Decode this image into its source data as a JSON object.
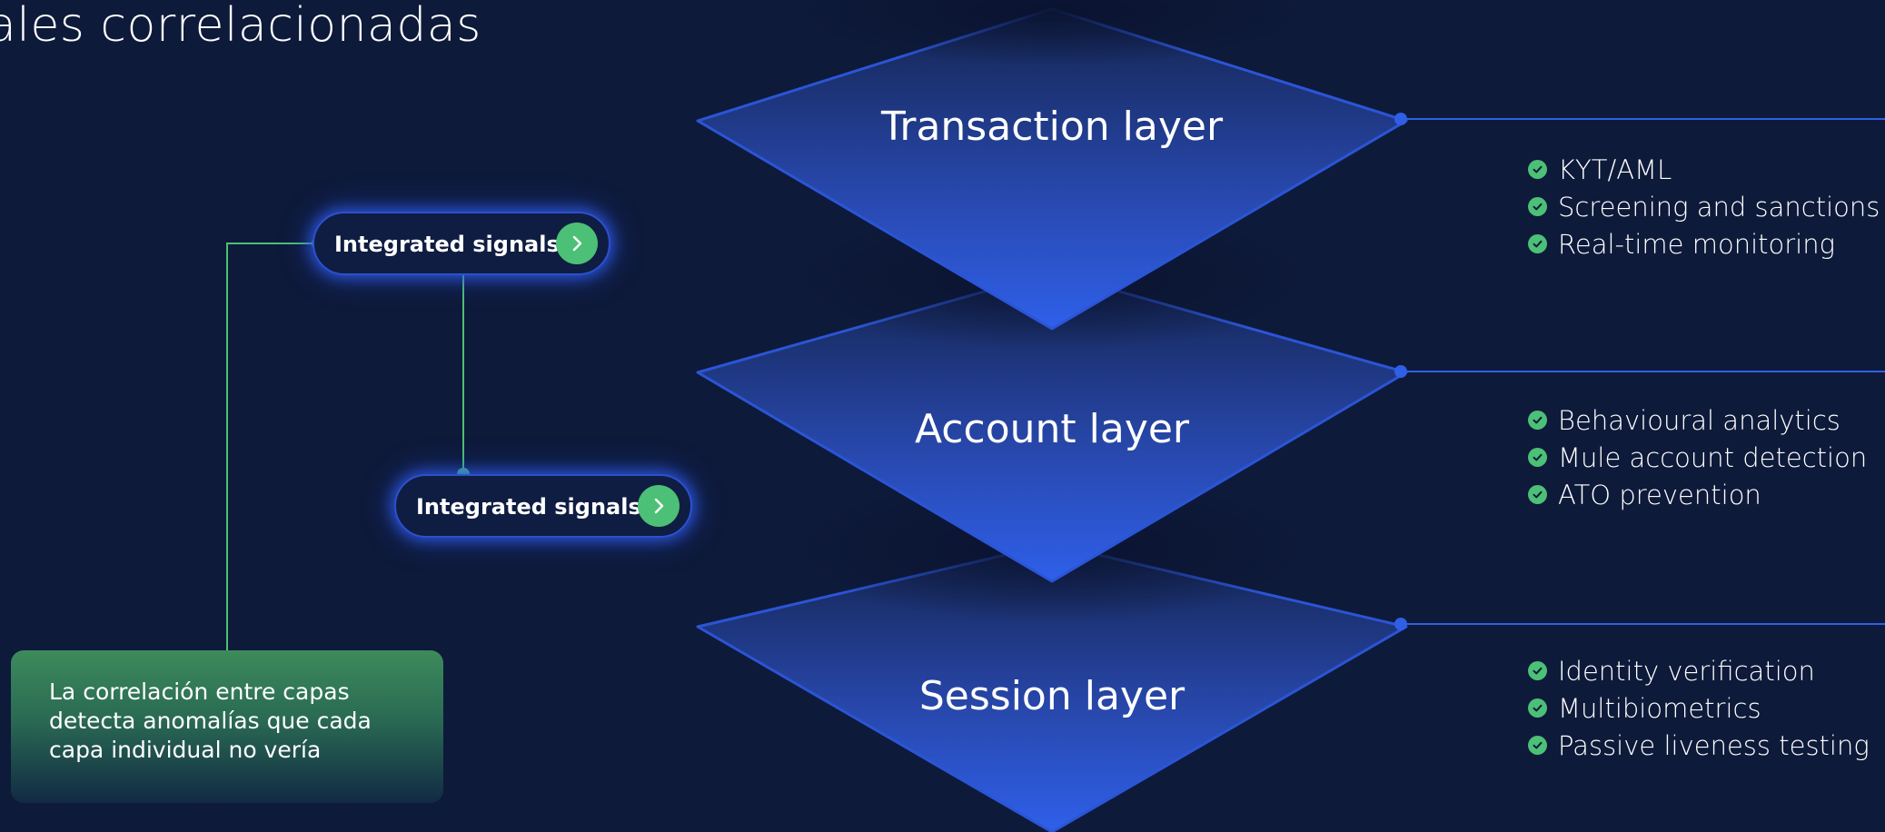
{
  "title": "ales correlacionadas",
  "layers": [
    {
      "label": "Transaction layer",
      "features": [
        "KYT/AML",
        "Screening and sanctions",
        "Real-time monitoring"
      ]
    },
    {
      "label": "Account layer",
      "features": [
        "Behavioural analytics",
        "Mule account detection",
        "ATO prevention"
      ]
    },
    {
      "label": "Session layer",
      "features": [
        "Identity verification",
        "Multibiometrics",
        "Passive liveness testing"
      ]
    }
  ],
  "signals": [
    {
      "label": "Integrated signals"
    },
    {
      "label": "Integrated signals"
    }
  ],
  "note": {
    "text": "La correlación entre capas detecta anomalías que cada capa individual no vería"
  },
  "icons": {
    "check": "check-circle-icon",
    "arrow": "chevron-right-icon"
  },
  "colors": {
    "background": "#0e1a3a",
    "layer_blue": "#2f5fe6",
    "accent_green": "#4cc076",
    "note_green": "#3d8b5c"
  }
}
